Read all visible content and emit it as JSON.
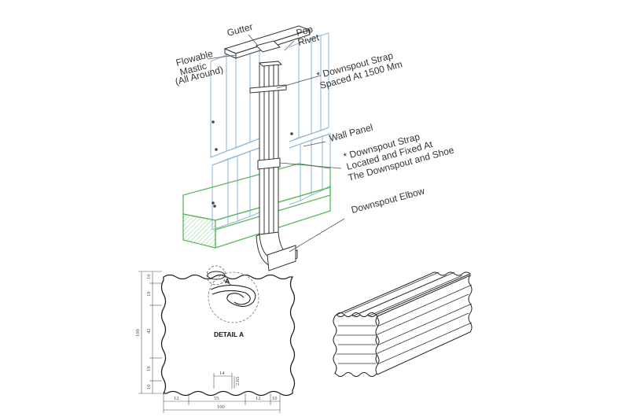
{
  "labels": {
    "gutter": "Gutter",
    "pop_rivet_line1": "Pop",
    "pop_rivet_line2": "Rivet",
    "mastic_line1": "Flowable",
    "mastic_line2": "Mastic",
    "mastic_line3": "(All Around)",
    "strap1_line1": "* Downspout Strap",
    "strap1_line2": "Spaced At 1500 Mm",
    "wall_panel": "Wall Panel",
    "strap2_line1": "* Downspout Strap",
    "strap2_line2": "Located and Fixed At",
    "strap2_line3": "The Downspout and Shoe",
    "elbow": "Downspout Elbow",
    "detail_marker": "A",
    "detail_title": "DETAIL A"
  },
  "dimensions": {
    "left": [
      "10",
      "19",
      "42",
      "19",
      "10"
    ],
    "overall_height": "100",
    "bottom_segments": [
      "12",
      "55",
      "12",
      "10"
    ],
    "overall_width": "100",
    "inner_width": "14",
    "groove_depth": "2.65"
  },
  "colors": {
    "panel": "#8fb6d8",
    "base": "#5bb85b",
    "line": "#333333",
    "leader": "#555555"
  }
}
